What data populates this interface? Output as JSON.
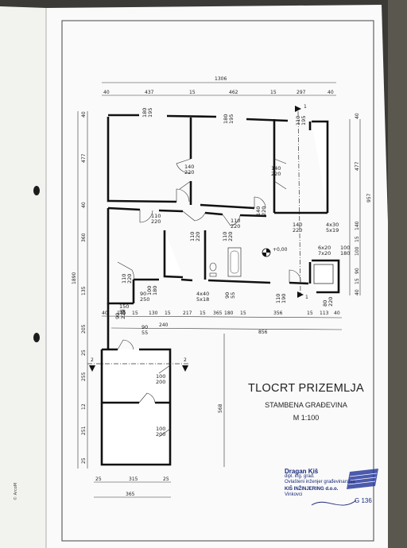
{
  "title": {
    "main": "TLOCRT PRIZEMLJA",
    "subtitle": "STAMBENA GRAĐEVINA",
    "scale": "M 1:100"
  },
  "stamp": {
    "name": "Dragan Kiš",
    "degree": "dipl. ing. građ.",
    "authorization": "Ovlašteni inženjer građevinarstva",
    "company": "KIŠ INŽINJERING d.o.o.",
    "city": "Vinkovci",
    "sheet": "G 136"
  },
  "side_text": "© ArcoM",
  "dimensions_top": {
    "overall": "1306",
    "segments": [
      "40",
      "437",
      "15",
      "462",
      "15",
      "297",
      "40"
    ]
  },
  "dimensions_mid": {
    "row1": [
      "40",
      "145",
      "15",
      "130",
      "15",
      "217",
      "15",
      "365",
      "180",
      "15",
      "356",
      "15",
      "113",
      "40"
    ],
    "row2": [
      "240",
      "856"
    ]
  },
  "dimensions_left": [
    "40",
    "477",
    "40",
    "360",
    "135",
    "1890",
    "205",
    "25",
    "255",
    "12",
    "251",
    "25"
  ],
  "dimensions_right": [
    "40",
    "477",
    "957",
    "140",
    "15",
    "100",
    "90",
    "15",
    "40"
  ],
  "dimensions_bottom": {
    "row1": [
      "25",
      "315",
      "25"
    ],
    "row2": "365"
  },
  "vertical_dim_568": "568",
  "openings": {
    "w1": "180\n195",
    "w2": "180\n195",
    "w3": "110\n195",
    "d1": "140\n220",
    "d2": "140\n220",
    "d3": "140\n220",
    "d4": "110\n220",
    "d5": "110\n220",
    "d6": "110\n220",
    "d7": "110\n220",
    "d8": "110\n220",
    "d9": "140\n220",
    "w4": "4x30\n5x19",
    "w5": "6x20\n7x20",
    "w6": "100\n180",
    "w7": "90\n250",
    "w8": "90\n55",
    "w9": "90\n220",
    "w10": "4x40\n5x18",
    "w11": "90\n55",
    "w12": "110\n190",
    "w13": "80\n220",
    "w14": "100\n200",
    "w15": "100\n200",
    "w16": "100\n180",
    "w17": "150\n55"
  },
  "level": "+0,00",
  "section_marks": [
    "1",
    "1",
    "2",
    "2"
  ]
}
